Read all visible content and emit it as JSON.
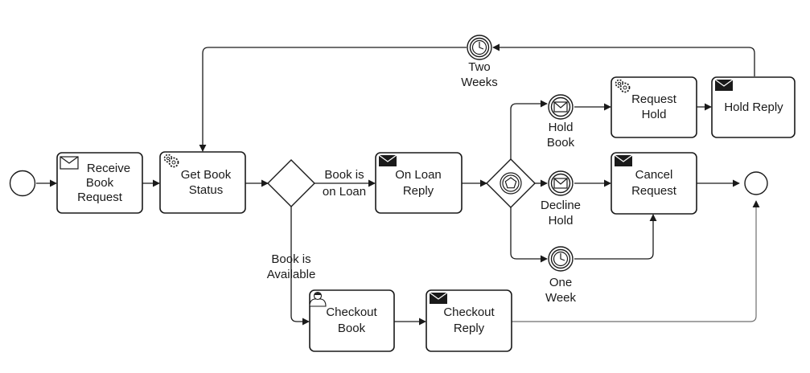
{
  "diagram": {
    "tasks": {
      "receive_book_request": {
        "label": [
          "Receive",
          "Book",
          "Request"
        ],
        "icon": "envelope-outline-icon"
      },
      "get_book_status": {
        "label": [
          "Get Book",
          "Status"
        ],
        "icon": "gear-icon"
      },
      "on_loan_reply": {
        "label": [
          "On Loan",
          "Reply"
        ],
        "icon": "envelope-filled-icon"
      },
      "request_hold": {
        "label": [
          "Request",
          "Hold"
        ],
        "icon": "gear-icon"
      },
      "hold_reply": {
        "label": [
          "Hold Reply"
        ],
        "icon": "envelope-filled-icon"
      },
      "cancel_request": {
        "label": [
          "Cancel",
          "Request"
        ],
        "icon": "envelope-filled-icon"
      },
      "checkout_book": {
        "label": [
          "Checkout",
          "Book"
        ],
        "icon": "user-icon"
      },
      "checkout_reply": {
        "label": [
          "Checkout",
          "Reply"
        ],
        "icon": "envelope-filled-icon"
      }
    },
    "events": {
      "start": {
        "type": "start-event"
      },
      "end": {
        "type": "end-event"
      },
      "two_weeks": {
        "type": "timer-event",
        "label": [
          "Two",
          "Weeks"
        ]
      },
      "hold_book": {
        "type": "message-event",
        "label": [
          "Hold",
          "Book"
        ]
      },
      "decline_hold": {
        "type": "message-event",
        "label": [
          "Decline",
          "Hold"
        ]
      },
      "one_week": {
        "type": "timer-event",
        "label": [
          "One",
          "Week"
        ]
      }
    },
    "gateways": {
      "book_check": {
        "type": "exclusive-gateway"
      },
      "response_wait": {
        "type": "event-based-gateway"
      }
    },
    "flow_labels": {
      "on_loan": [
        "Book is",
        "on Loan"
      ],
      "available": [
        "Book is",
        "Available"
      ]
    },
    "colors": {
      "stroke": "#1a1a1a",
      "secondary_flow": "#6e6e6e",
      "fill": "#ffffff"
    }
  }
}
